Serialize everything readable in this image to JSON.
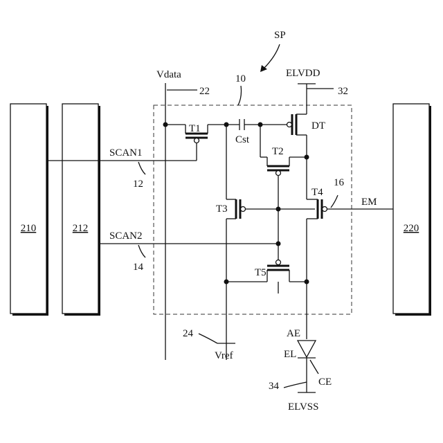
{
  "title": "SP",
  "blocks": {
    "left_outer": "210",
    "left_inner": "212",
    "right": "220"
  },
  "labels": {
    "vdata": "Vdata",
    "vdata_ref": "22",
    "pixel_ref": "10",
    "elvdd": "ELVDD",
    "elvdd_ref": "32",
    "t1": "T1",
    "cst": "Cst",
    "dt": "DT",
    "t2": "T2",
    "t3": "T3",
    "t4": "T4",
    "t5": "T5",
    "scan1": "SCAN1",
    "scan1_ref": "12",
    "scan2": "SCAN2",
    "scan2_ref": "14",
    "em": "EM",
    "em_ref": "16",
    "vref": "Vref",
    "vref_ref": "24",
    "ae": "AE",
    "el": "EL",
    "ce": "CE",
    "elvss": "ELVSS",
    "elvss_ref": "34"
  }
}
